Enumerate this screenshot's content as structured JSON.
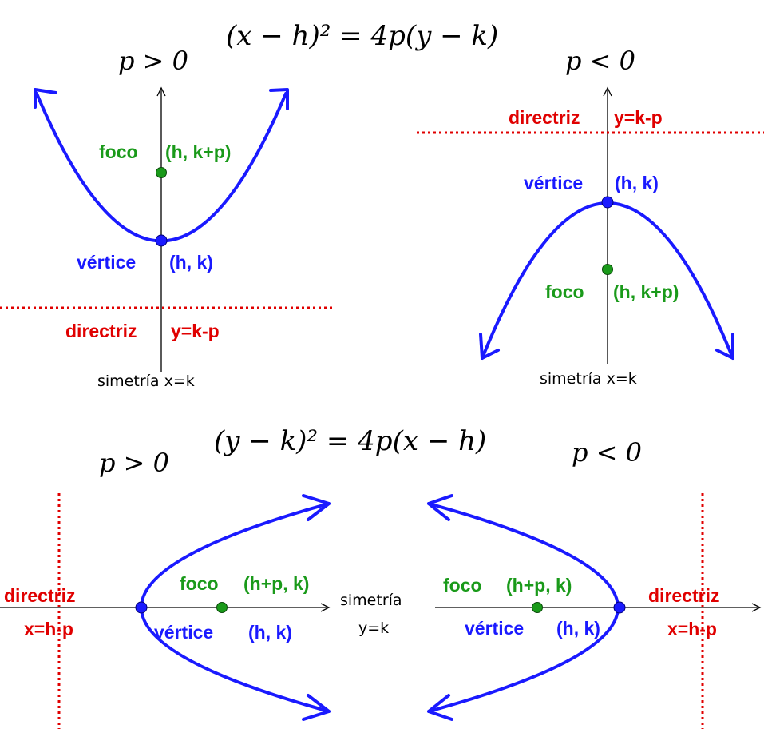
{
  "equations": {
    "vertical": "(x − h)² = 4p(y − k)",
    "horizontal": "(y − k)² = 4p(x − h)"
  },
  "conditions": {
    "positive": "p > 0",
    "negative": "p < 0"
  },
  "labels": {
    "foco": "foco",
    "focus_vertical": "(h, k+p)",
    "focus_horizontal": "(h+p, k)",
    "vertice": "vértice",
    "vertex_coords": "(h, k)",
    "directriz": "directriz",
    "directrix_vertical": "y=k-p",
    "directrix_horizontal": "x=h-p",
    "symmetry_vertical": "simetría x=k",
    "symmetry_word": "simetría",
    "symmetry_horizontal_eq": "y=k"
  },
  "colors": {
    "curve": "#1a1aff",
    "vertex": "#1a1aff",
    "focus": "#1a9a1a",
    "directrix": "#e00000"
  }
}
